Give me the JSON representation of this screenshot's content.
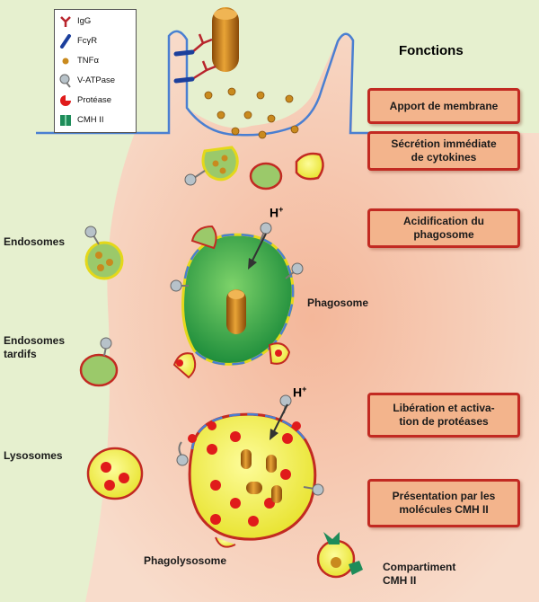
{
  "title": "Fonctions",
  "legend": [
    {
      "label": "IgG",
      "icon": "igg-icon"
    },
    {
      "label": "FcγR",
      "icon": "fc-receptor-icon"
    },
    {
      "label": "TNFα",
      "icon": "tnf-alpha-icon"
    },
    {
      "label": "V-ATPase",
      "icon": "v-atpase-icon"
    },
    {
      "label": "Protéase",
      "icon": "protease-icon"
    },
    {
      "label": "CMH II",
      "icon": "mhc-ii-icon"
    }
  ],
  "functions": [
    "Apport de membrane",
    "Sécrétion immédiate\nde cytokines",
    "Acidification du\nphagosome",
    "Libération et activa-\ntion de protéases",
    "Présentation par les\nmolécules CMH II"
  ],
  "labels": {
    "endosomes": "Endosomes",
    "endosomes_tardifs": "Endosomes\ntardifs",
    "lysosomes": "Lysosomes",
    "phagosome": "Phagosome",
    "phagolysosome": "Phagolysosome",
    "compartiment": "Compartiment\nCMH II",
    "h_plus_1": "H",
    "h_plus_2": "H",
    "h_sup": "+"
  },
  "colors": {
    "background": "#e6f0cf",
    "cell": "#f6cdb5",
    "membrane": "#4a7fd1",
    "box_fill": "#f3b48c",
    "box_border": "#c22a22",
    "phagosome": "#2fa84a",
    "lysosome": "#f4f04a",
    "protease": "#e01b1b",
    "tnf": "#c98a1e",
    "bacterium": "#c77a12"
  }
}
